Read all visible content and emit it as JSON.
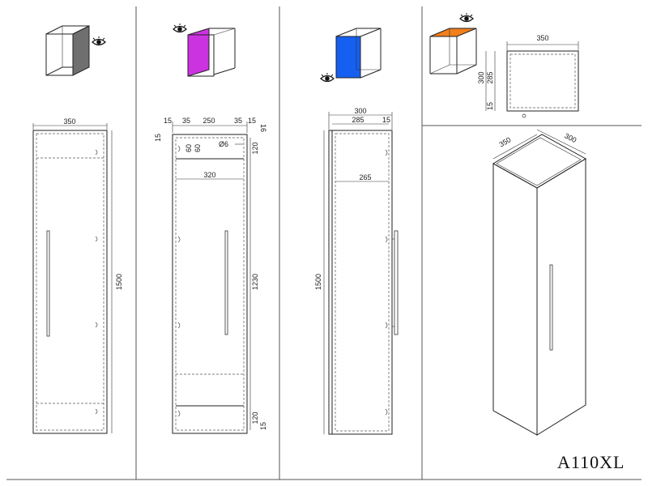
{
  "model_code": "A110XL",
  "colors": {
    "back_face": "#6f6f6f",
    "side_face": "#cc33e0",
    "front_face": "#1560f0",
    "top_face": "#f07f1c"
  },
  "icons": [
    "eye-icon"
  ],
  "panel_front": {
    "width": "350",
    "height": "1500"
  },
  "panel_side_section": {
    "top_dims": [
      "15",
      "35",
      "250",
      "35",
      "15"
    ],
    "corner_top": "15",
    "corner_right": "16",
    "shelf_height": "120",
    "hole_spacing_a": "60",
    "hole_spacing_b": "60",
    "hole_diameter": "Ø6",
    "inner_width": "320",
    "inner_height": "1230",
    "bottom_height": "120",
    "bottom_thickness": "15"
  },
  "panel_side": {
    "total_width": "300",
    "inner_width": "285",
    "edge": "15",
    "height": "1500",
    "depth": "265"
  },
  "panel_top": {
    "width": "350",
    "outer": "300",
    "inner": "285",
    "thickness": "15"
  },
  "panel_iso": {
    "width": "350",
    "depth": "300"
  }
}
